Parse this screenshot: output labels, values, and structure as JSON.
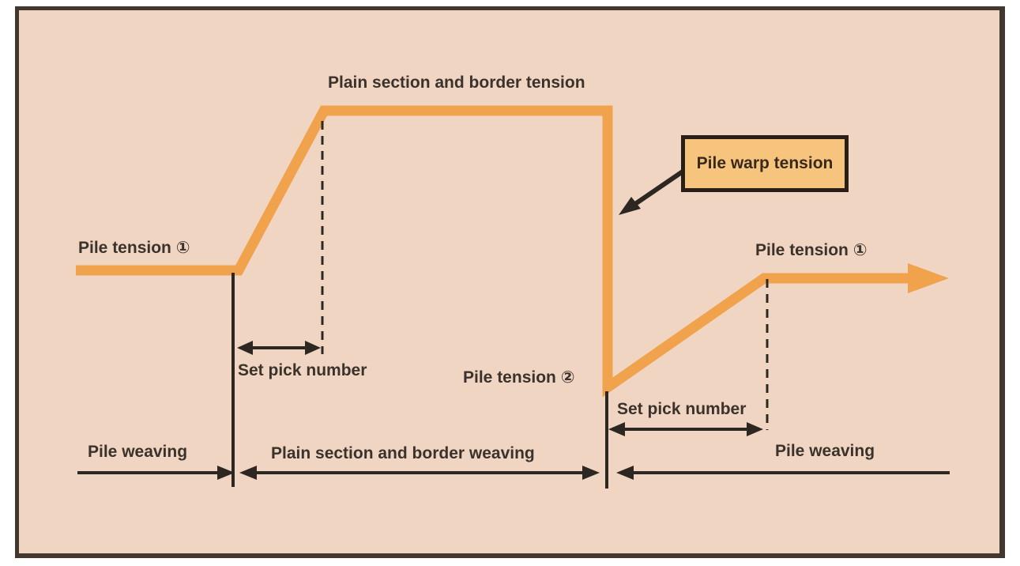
{
  "diagram": {
    "type": "pile-warp-tension-profile",
    "curve_labels": {
      "pile_tension_left": "Pile tension ①",
      "plain_section_and_border_tension": "Plain section and border tension",
      "pile_warp_tension": "Pile warp tension",
      "pile_tension_2": "Pile tension ②",
      "pile_tension_right": "Pile tension ①"
    },
    "annotations": {
      "set_pick_number_left": "Set pick number",
      "set_pick_number_right": "Set pick number"
    },
    "phases": {
      "left": "Pile weaving",
      "middle": "Plain section and border weaving",
      "right": "Pile weaving"
    },
    "colors": {
      "background": "#f1d5c3",
      "tension_line": "#f0a24c",
      "callout_fill": "#f7c47e",
      "callout_border": "#281f17",
      "ink": "#2d2722",
      "frame": "#42382f"
    }
  }
}
